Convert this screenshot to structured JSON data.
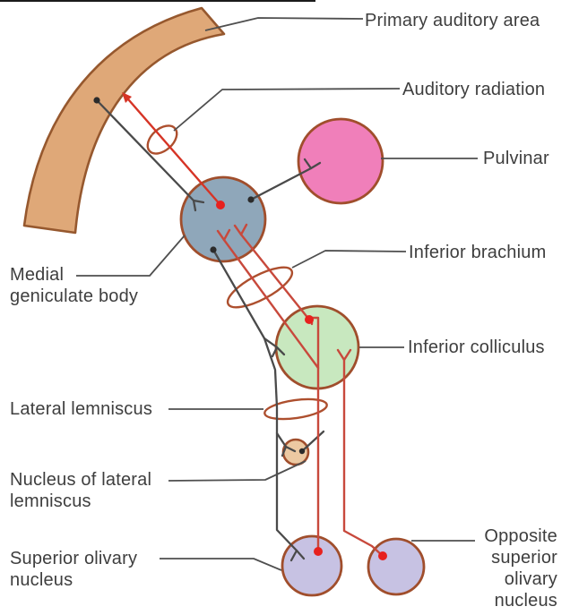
{
  "figure": {
    "labels": {
      "primary_auditory_area": "Primary auditory area",
      "auditory_radiation": "Auditory radiation",
      "pulvinar": "Pulvinar",
      "medial_geniculate_body": "Medial\ngeniculate body",
      "inferior_brachium": "Inferior brachium",
      "inferior_colliculus": "Inferior colliculus",
      "lateral_lemniscus": "Lateral lemniscus",
      "nucleus_of_lateral_lemniscus": "Nucleus of lateral\nlemniscus",
      "superior_olivary_nucleus": "Superior olivary\nnucleus",
      "opposite_superior_olivary_nucleus": "Opposite\nsuperior\nolivary\nnucleus"
    },
    "colors": {
      "background": "#ffffff",
      "cortex_fill": "#dfa878",
      "cortex_border": "#96582e",
      "pulvinar_fill": "#f07fba",
      "medial_geniculate_fill": "#8fa7ba",
      "inferior_colliculus_fill": "#c8e8bf",
      "nucleus_lateral_lemniscus_fill": "#ecc9a2",
      "superior_olivary_fill": "#c7c2e3",
      "region_border": "#a04e2c",
      "tract_ellipse_stroke": "#ad4f2e",
      "fiber_red": "#c8493c",
      "soma_red": "#e7211e",
      "arrow_red": "#d63426",
      "neuron_gray": "#4a4a4a",
      "leader_gray": "#4f4f4f",
      "soma_black": "#2b2b2b",
      "label_text": "#3e3e3e"
    }
  }
}
